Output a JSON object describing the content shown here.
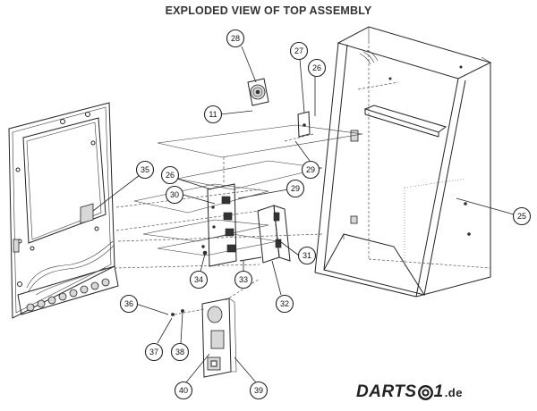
{
  "title": "EXPLODED VIEW OF TOP ASSEMBLY",
  "logo": {
    "text_left": "DARTS",
    "text_right": "1",
    "suffix": ".de"
  },
  "callouts": [
    {
      "id": "c28",
      "label": "28"
    },
    {
      "id": "c27",
      "label": "27"
    },
    {
      "id": "c26a",
      "label": "26"
    },
    {
      "id": "c11",
      "label": "11"
    },
    {
      "id": "c29a",
      "label": "29"
    },
    {
      "id": "c35",
      "label": "35"
    },
    {
      "id": "c26b",
      "label": "26"
    },
    {
      "id": "c29b",
      "label": "29"
    },
    {
      "id": "c30",
      "label": "30"
    },
    {
      "id": "c25",
      "label": "25"
    },
    {
      "id": "c31",
      "label": "31"
    },
    {
      "id": "c34",
      "label": "34"
    },
    {
      "id": "c33",
      "label": "33"
    },
    {
      "id": "c32",
      "label": "32"
    },
    {
      "id": "c36",
      "label": "36"
    },
    {
      "id": "c37",
      "label": "37"
    },
    {
      "id": "c38",
      "label": "38"
    },
    {
      "id": "c40",
      "label": "40"
    },
    {
      "id": "c39",
      "label": "39"
    }
  ]
}
